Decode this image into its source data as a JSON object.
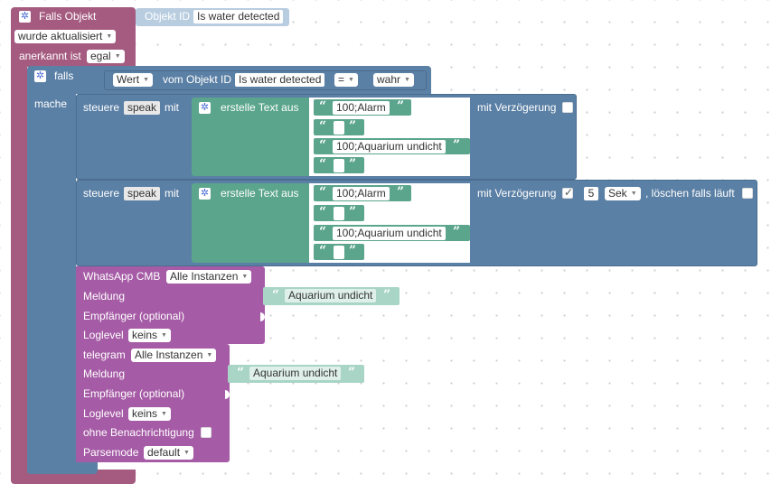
{
  "event_block": {
    "title": "Falls Objekt",
    "object_id_label": "Objekt ID",
    "object_id_value": "Is water detected",
    "trigger_label": "wurde aktualisiert",
    "ack_label": "anerkannt ist",
    "ack_value": "egal"
  },
  "if_block": {
    "falls_label": "falls",
    "mache_label": "mache",
    "compare_left_field": "Wert",
    "compare_from_label": "vom Objekt ID",
    "compare_object_id": "Is water detected",
    "operator": "=",
    "compare_right": "wahr"
  },
  "speak_blocks": [
    {
      "label_prefix": "steuere",
      "target": "speak",
      "label_mit": "mit",
      "text_block_label": "erstelle Text aus",
      "texts": [
        "100;Alarm",
        "",
        "100;Aquarium undicht",
        ""
      ],
      "delay_label": "mit Verzögerung",
      "delay_checked": false
    },
    {
      "label_prefix": "steuere",
      "target": "speak",
      "label_mit": "mit",
      "text_block_label": "erstelle Text aus",
      "texts": [
        "100;Alarm",
        "",
        "100;Aquarium undicht",
        ""
      ],
      "delay_label": "mit Verzögerung",
      "delay_checked": true,
      "delay_value": "5",
      "delay_unit": "Sek",
      "clear_label": ", löschen falls läuft",
      "clear_checked": false
    }
  ],
  "whatsapp_block": {
    "title": "WhatsApp CMB",
    "instance": "Alle Instanzen",
    "message_label": "Meldung",
    "message_text": "Aquarium undicht",
    "recipient_label": "Empfänger (optional)",
    "loglevel_label": "Loglevel",
    "loglevel_value": "keins"
  },
  "telegram_block": {
    "title": "telegram",
    "instance": "Alle Instanzen",
    "message_label": "Meldung",
    "message_text": "Aquarium undicht",
    "recipient_label": "Empfänger (optional)",
    "loglevel_label": "Loglevel",
    "loglevel_value": "keins",
    "silent_label": "ohne Benachrichtigung",
    "parsemode_label": "Parsemode",
    "parsemode_value": "default"
  },
  "colors": {
    "event": "#a55b80",
    "logic": "#5b80a5",
    "text": "#5ba58c",
    "message": "#a55ba5"
  },
  "icons": [
    "gear-icon",
    "dropdown-arrow-icon",
    "quote-open-icon",
    "quote-close-icon",
    "checkbox-icon"
  ]
}
